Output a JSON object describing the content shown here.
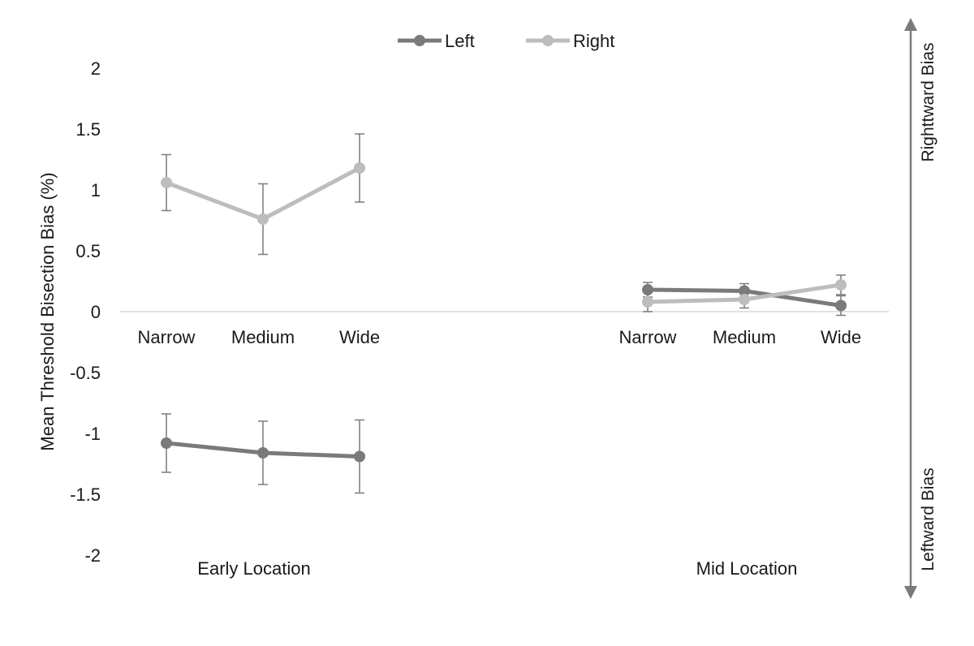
{
  "chart_data": {
    "type": "line",
    "ylabel": "Mean Threshold Bisection Bias (%)",
    "ylim": [
      -2,
      2
    ],
    "yticks": [
      "2",
      "1.5",
      "1",
      "0.5",
      "0",
      "-0.5",
      "-1",
      "-1.5",
      "-2"
    ],
    "ytick_values": [
      2,
      1.5,
      1,
      0.5,
      0,
      -0.5,
      -1,
      -1.5,
      -2
    ],
    "grid": false,
    "legend_position": "top",
    "groups": [
      {
        "label": "Early Location",
        "categories": [
          "Narrow",
          "Medium",
          "Wide"
        ]
      },
      {
        "label": "Mid Location",
        "categories": [
          "Narrow",
          "Medium",
          "Wide"
        ]
      }
    ],
    "series": [
      {
        "name": "Left",
        "color": "#7a7a7a",
        "groups": [
          {
            "values": [
              -1.08,
              -1.16,
              -1.19
            ],
            "errors": [
              0.24,
              0.26,
              0.3
            ]
          },
          {
            "values": [
              0.18,
              0.17,
              0.05
            ],
            "errors": [
              0.06,
              0.06,
              0.08
            ]
          }
        ]
      },
      {
        "name": "Right",
        "color": "#bdbdbd",
        "groups": [
          {
            "values": [
              1.06,
              0.76,
              1.18
            ],
            "errors": [
              0.23,
              0.29,
              0.28
            ]
          },
          {
            "values": [
              0.08,
              0.1,
              0.22
            ],
            "errors": [
              0.08,
              0.07,
              0.08
            ]
          }
        ]
      }
    ],
    "side_labels": {
      "top": "Righttward Bias",
      "bottom": "Leftward Bias"
    },
    "axis_color": "#7a7a7a"
  }
}
